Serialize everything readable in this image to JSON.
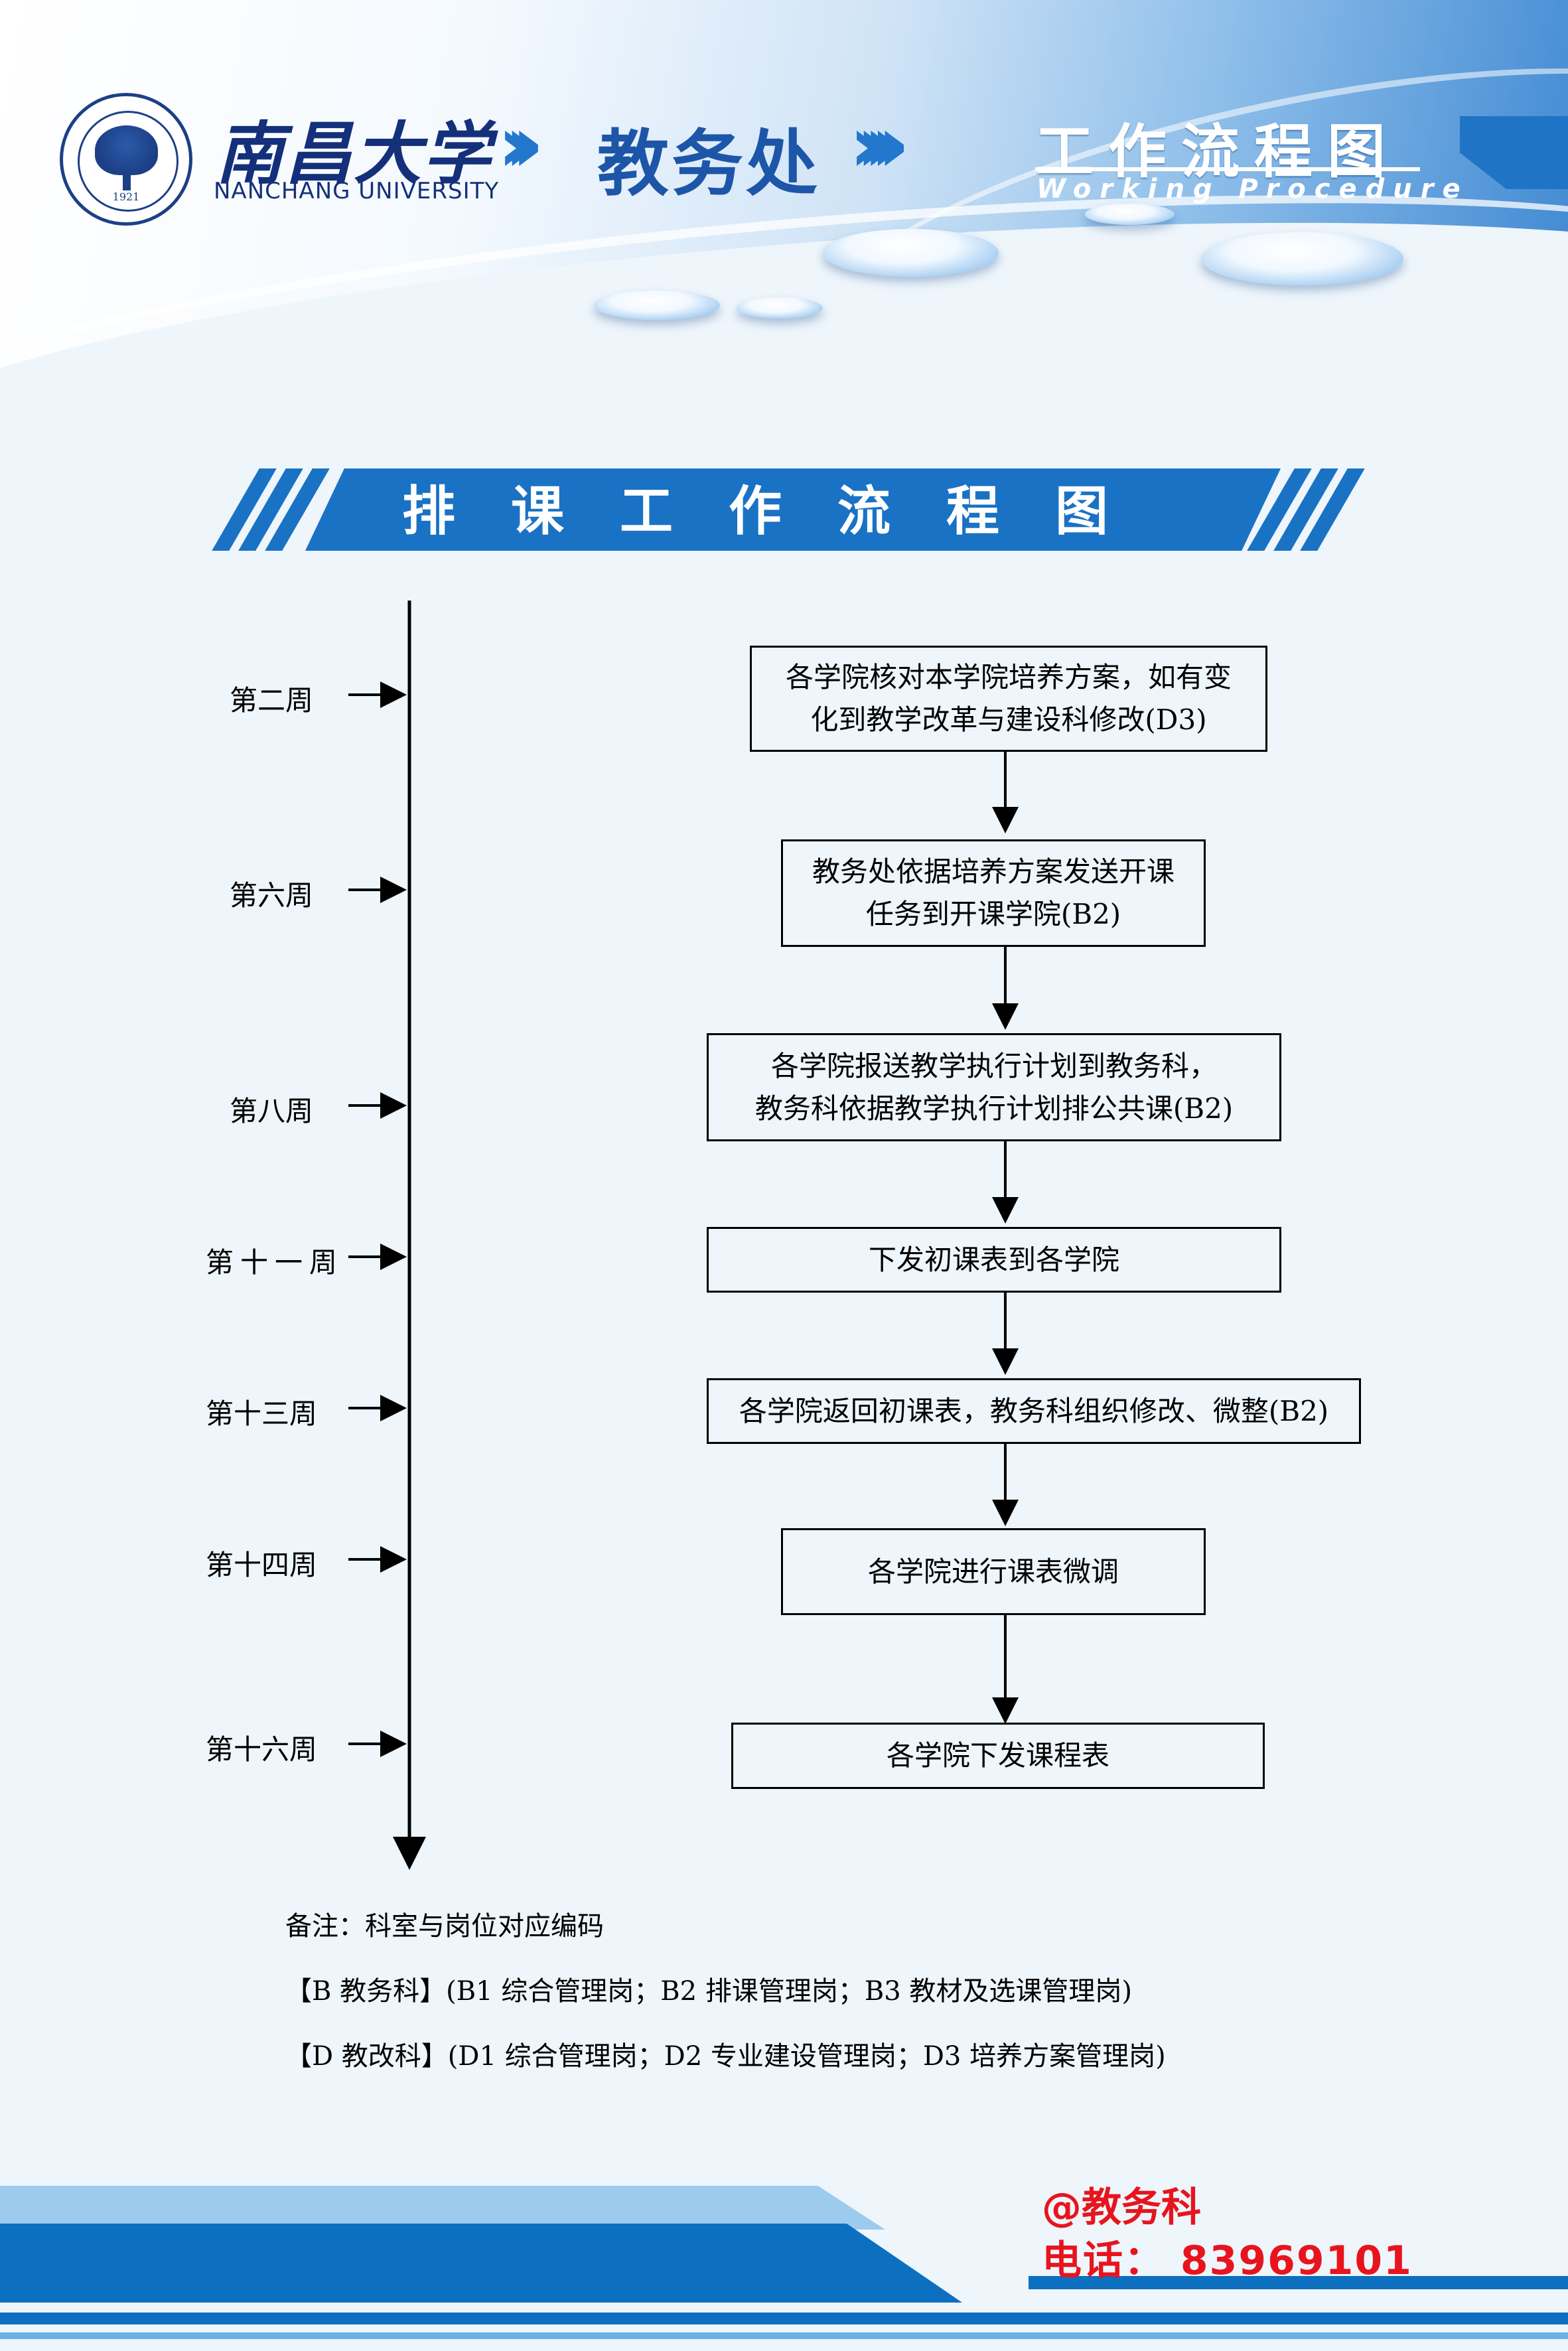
{
  "header": {
    "university_cn": "南昌大学",
    "university_en": "NANCHANG UNIVERSITY",
    "logo_year": "1921",
    "department": "教务处",
    "workflow_title_cn": "工作流程图",
    "workflow_title_en": "Working Procedure"
  },
  "title": "排课工作流程图",
  "timeline": {
    "weeks": [
      "第二周",
      "第六周",
      "第八周",
      "第十一周",
      "第十三周",
      "第十四周",
      "第十六周"
    ],
    "steps": [
      [
        "各学院核对本学院培养方案，如有变",
        "化到教学改革与建设科修改(D3)"
      ],
      [
        "教务处依据培养方案发送开课",
        "任务到开课学院(B2)"
      ],
      [
        "各学院报送教学执行计划到教务科，",
        "教务科依据教学执行计划排公共课(B2)"
      ],
      [
        "下发初课表到各学院"
      ],
      [
        "各学院返回初课表，教务科组织修改、微整(B2)"
      ],
      [
        "各学院进行课表微调"
      ],
      [
        "各学院下发课程表"
      ]
    ]
  },
  "notes": {
    "heading": "备注：科室与岗位对应编码",
    "line_b": "【B 教务科】(B1 综合管理岗；B2 排课管理岗；B3 教材及选课管理岗)",
    "line_d": "【D 教改科】(D1 综合管理岗；D2 专业建设管理岗；D3 培养方案管理岗)"
  },
  "contact": {
    "name": "@教务科",
    "phone": "电话： 83969101"
  },
  "colors": {
    "brand_blue": "#1a72c4",
    "dark_navy": "#15307a",
    "contact_red": "#e8141d"
  }
}
